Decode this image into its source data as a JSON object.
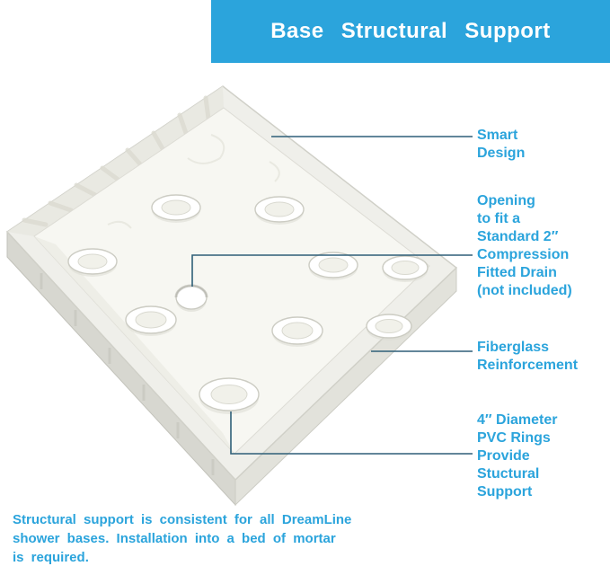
{
  "colors": {
    "accent-blue": "#2ba4dc",
    "banner-bg": "#2ba4dc",
    "callout-line": "#2e5f78",
    "canvas-bg": "#ffffff"
  },
  "banner": {
    "title": "Base Structural Support"
  },
  "callouts": [
    {
      "id": "smart-design",
      "label": "Smart\nDesign"
    },
    {
      "id": "drain-opening",
      "label": "Opening\nto fit a\nStandard 2″\nCompression\nFitted Drain\n(not included)"
    },
    {
      "id": "fiberglass",
      "label": "Fiberglass\nReinforcement"
    },
    {
      "id": "pvc-rings",
      "label": "4″ Diameter\nPVC Rings\nProvide\nStuctural\nSupport"
    }
  ],
  "footer": {
    "text": "Structural support is consistent for all DreamLine\nshower bases. Installation into a bed of mortar\nis required."
  },
  "illustration": {
    "description": "3D perspective view of a square shower base pan with raised PVC reinforcement rings and a center drain opening"
  }
}
